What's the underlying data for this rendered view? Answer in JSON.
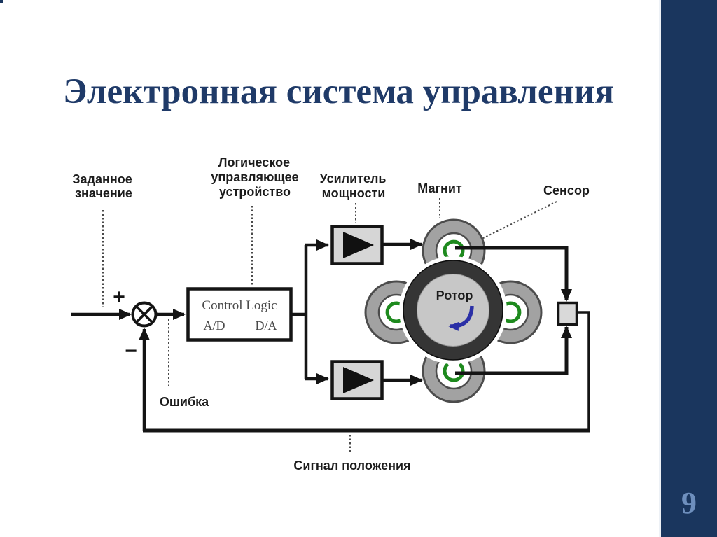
{
  "slide": {
    "title": "Электронная система управления",
    "page_number": "9"
  },
  "diagram": {
    "labels": {
      "set_value_1": "Заданное",
      "set_value_2": "значение",
      "logic_1": "Логическое",
      "logic_2": "управляющее",
      "logic_3": "устройство",
      "amp_1": "Усилитель",
      "amp_2": "мощности",
      "magnet": "Магнит",
      "sensor": "Сенсор",
      "error": "Ошибка",
      "position_signal": "Сигнал положения",
      "rotor": "Ротор"
    },
    "control_box": {
      "title": "Control Logic",
      "ad": "A/D",
      "da": "D/A"
    },
    "signs": {
      "plus": "+",
      "minus": "−"
    }
  },
  "colors": {
    "sidebar_blue": "#1a365e",
    "title_navy": "#1f3a68",
    "page_number_blue": "#6e8fbd",
    "coil_green": "#1e8a1e",
    "rotor_arrow_blue": "#2a2fa6",
    "line_black": "#141414",
    "magnet_gray": "#a2a2a2",
    "fill_light_gray": "#d6d6d6"
  }
}
